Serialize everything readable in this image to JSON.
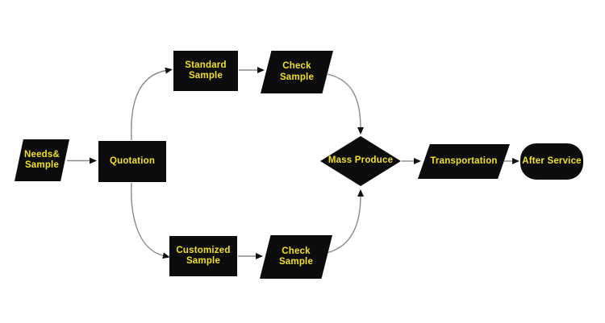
{
  "diagram": {
    "type": "flowchart",
    "background_color": "#ffffff",
    "shape_fill_color": "#0c0c0c",
    "label_color": "#f0e122",
    "connector_color": "#8a8a8a",
    "arrowhead_color": "#111111",
    "nodes": [
      {
        "id": "needs-sample",
        "shape": "parallelogram",
        "label": "Needs&\nSample"
      },
      {
        "id": "quotation",
        "shape": "rectangle",
        "label": "Quotation"
      },
      {
        "id": "standard-sample",
        "shape": "rectangle",
        "label": "Standard\nSample"
      },
      {
        "id": "check-sample-top",
        "shape": "parallelogram",
        "label": "Check\nSample"
      },
      {
        "id": "customized-sample",
        "shape": "rectangle",
        "label": "Customized\nSample"
      },
      {
        "id": "check-sample-bottom",
        "shape": "parallelogram",
        "label": "Check\nSample"
      },
      {
        "id": "mass-produce",
        "shape": "diamond",
        "label": "Mass Produce"
      },
      {
        "id": "transportation",
        "shape": "parallelogram",
        "label": "Transportation"
      },
      {
        "id": "after-service",
        "shape": "stadium",
        "label": "After Service"
      }
    ],
    "edges": [
      {
        "from": "needs-sample",
        "to": "quotation"
      },
      {
        "from": "quotation",
        "to": "standard-sample"
      },
      {
        "from": "quotation",
        "to": "customized-sample"
      },
      {
        "from": "standard-sample",
        "to": "check-sample-top"
      },
      {
        "from": "customized-sample",
        "to": "check-sample-bottom"
      },
      {
        "from": "check-sample-top",
        "to": "mass-produce"
      },
      {
        "from": "check-sample-bottom",
        "to": "mass-produce"
      },
      {
        "from": "mass-produce",
        "to": "transportation"
      },
      {
        "from": "transportation",
        "to": "after-service"
      }
    ]
  }
}
